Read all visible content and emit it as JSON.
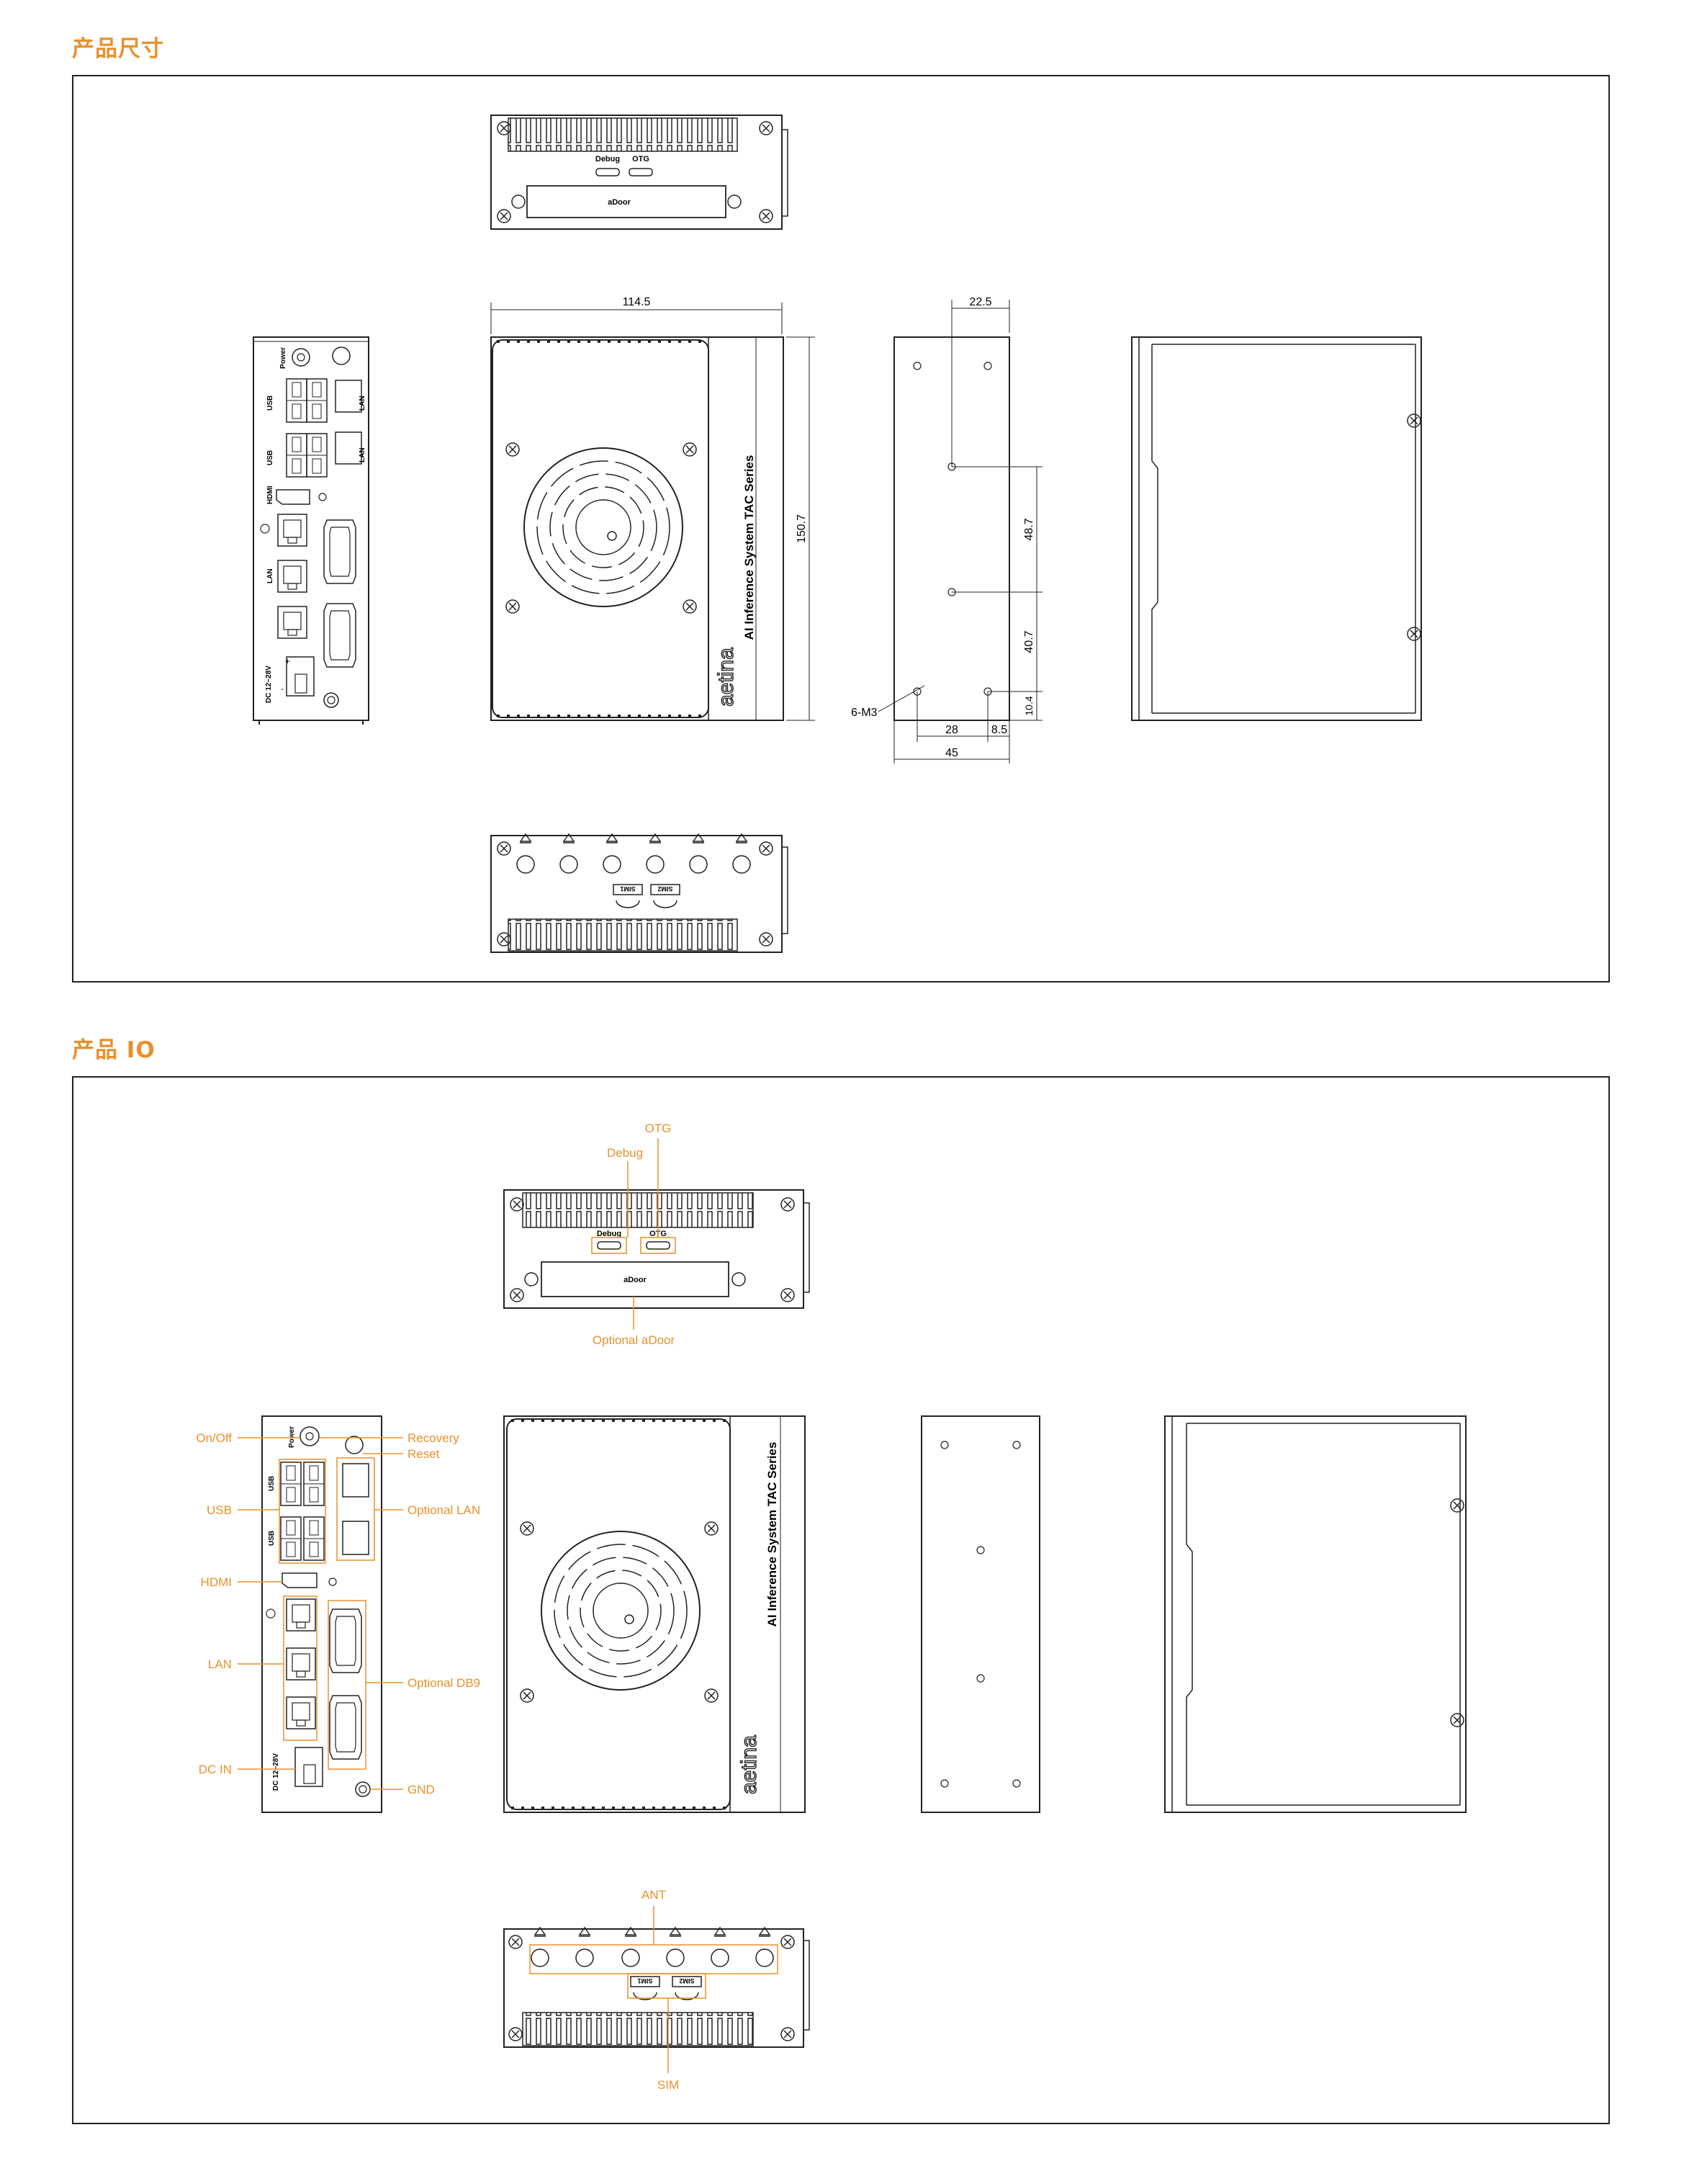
{
  "sections": {
    "dimensions_title": "产品尺寸",
    "io_title": "产品 IO"
  },
  "device": {
    "front_labels": {
      "debug": "Debug",
      "otg": "OTG",
      "adoor": "aDoor"
    },
    "side_text": "AI Inference System TAC Series",
    "logo": "aetina",
    "io_panel_labels": {
      "power": "Power",
      "usb1": "USB",
      "usb2": "USB",
      "hdmi": "HDMI",
      "lan": "LAN",
      "lan_opt1": "LAN",
      "lan_opt2": "LAN",
      "dc": "DC 12~28V",
      "plus": "+",
      "minus": "-"
    },
    "sim_labels": [
      "SIM1",
      "SIM2"
    ]
  },
  "dimensions": {
    "width": "114.5",
    "height": "150.7",
    "top_offset": "22.5",
    "mid_spacing": "48.7",
    "lower_spacing": "40.7",
    "bottom_offset": "10.4",
    "screw_label": "6-M3",
    "hole_span": "28",
    "hole_edge": "8.5",
    "depth": "45"
  },
  "io_callouts": {
    "otg": "OTG",
    "debug": "Debug",
    "optional_adoor": "Optional aDoor",
    "on_off": "On/Off",
    "recovery": "Recovery",
    "reset": "Reset",
    "usb": "USB",
    "optional_lan": "Optional LAN",
    "hdmi": "HDMI",
    "lan": "LAN",
    "optional_db9": "Optional DB9",
    "dc_in": "DC IN",
    "gnd": "GND",
    "ant": "ANT",
    "sim": "SIM"
  },
  "colors": {
    "accent": "#e8912a",
    "line": "#222222"
  }
}
